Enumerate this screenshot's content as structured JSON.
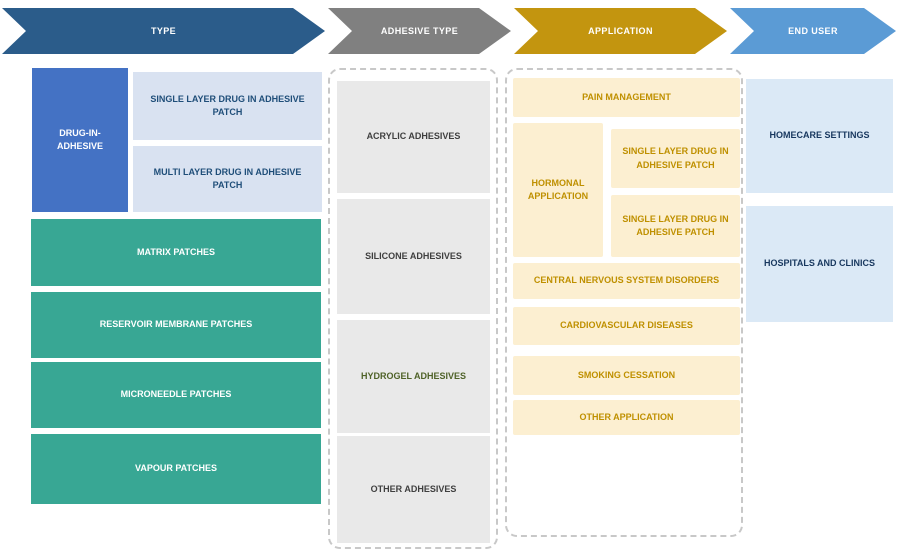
{
  "headers": [
    {
      "label": "TYPE",
      "color": "#2B5C8A"
    },
    {
      "label": "ADHESIVE TYPE",
      "color": "#808080"
    },
    {
      "label": "APPLICATION",
      "color": "#C3950F"
    },
    {
      "label": "END USER",
      "color": "#5B9BD5"
    }
  ],
  "type_column": {
    "parent_label": "DRUG-IN-ADHESIVE",
    "parent_color": "#4472C4",
    "sub_items": [
      "SINGLE LAYER DRUG IN ADHESIVE PATCH",
      "MULTI LAYER DRUG IN ADHESIVE PATCH"
    ],
    "sub_box_color": "#D9E2F1",
    "items": [
      "MATRIX PATCHES",
      "RESERVOIR MEMBRANE PATCHES",
      "MICRONEEDLE PATCHES",
      "VAPOUR PATCHES"
    ],
    "item_color": "#38A794"
  },
  "adhesive_type_column": {
    "items": [
      "ACRYLIC ADHESIVES",
      "SILICONE ADHESIVES",
      "HYDROGEL ADHESIVES",
      "OTHER ADHESIVES"
    ],
    "box_color": "#E9E9E9",
    "hydrogel_text_color": "#4F6228"
  },
  "application_column": {
    "pain_label": "PAIN MANAGEMENT",
    "hormonal_label": "HORMONAL APPLICATION",
    "hormonal_sub_items": [
      "SINGLE LAYER DRUG IN ADHESIVE PATCH",
      "SINGLE LAYER DRUG IN ADHESIVE PATCH"
    ],
    "items": [
      "CENTRAL NERVOUS SYSTEM DISORDERS",
      "CARDIOVASCULAR DISEASES",
      "SMOKING CESSATION",
      "OTHER APPLICATION"
    ],
    "box_color": "#FCEFD1",
    "text_color": "#BF9000"
  },
  "end_user_column": {
    "items": [
      "HOMECARE SETTINGS",
      "HOSPITALS AND CLINICS"
    ],
    "box_color": "#DBE9F6"
  }
}
